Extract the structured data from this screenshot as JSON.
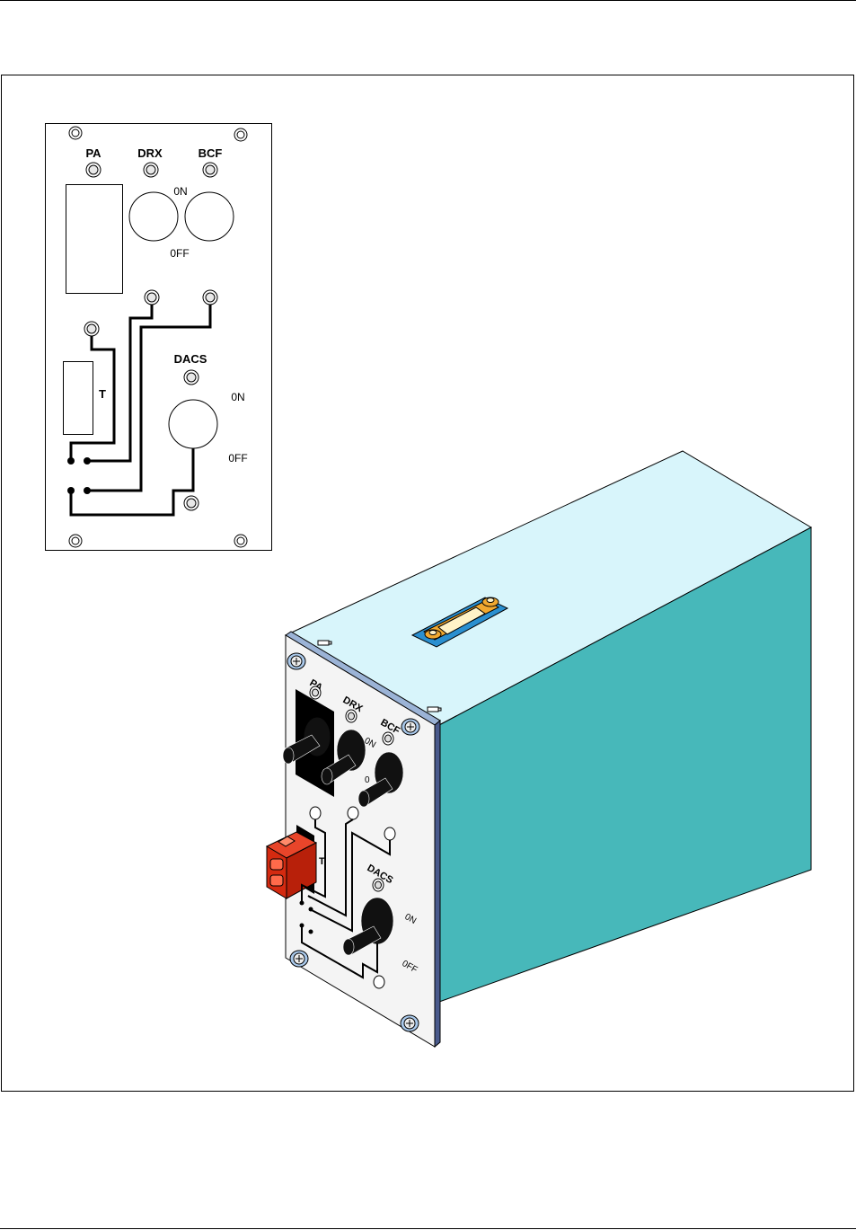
{
  "front_panel": {
    "label_pa": "PA",
    "label_drx": "DRX",
    "label_bcf": "BCF",
    "label_on_top": "0N",
    "label_off_top": "0FF",
    "label_t": "T",
    "label_dacs": "DACS",
    "label_on_bottom": "0N",
    "label_off_bottom": "0FF"
  },
  "unit_panel": {
    "label_pa": "PA",
    "label_drx": "DRX",
    "label_bcf": "BCF",
    "label_on_top": "0N",
    "label_off_top": "0",
    "label_t": "T",
    "label_dacs": "DACS",
    "label_on_bottom": "0N",
    "label_off_bottom": "0FF"
  },
  "colors": {
    "box_top": "#d8f5fb",
    "box_side": "#47b8ba",
    "panel_edge": "#4a5a8c",
    "panel_top_edge": "#9bb3d6",
    "connector_base": "#2a8fd0",
    "connector_metal": "#f0a830",
    "connector_insert": "#fff3c8",
    "terminal_block": "#d42a10",
    "screw_washer": "#a9c8ea"
  }
}
